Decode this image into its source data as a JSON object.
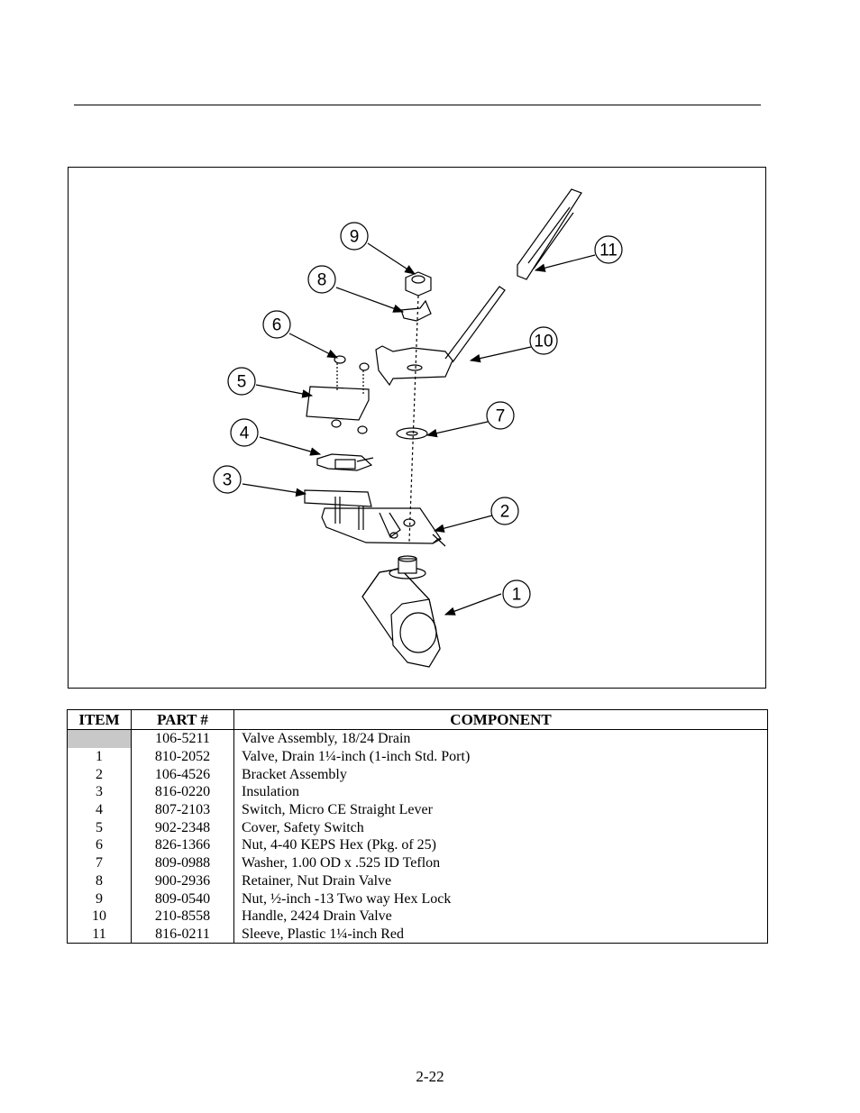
{
  "figure": {
    "callouts": [
      "1",
      "2",
      "3",
      "4",
      "5",
      "6",
      "7",
      "8",
      "9",
      "10",
      "11"
    ]
  },
  "table": {
    "headers": {
      "item": "ITEM",
      "part": "PART #",
      "component": "COMPONENT"
    },
    "rows": [
      {
        "item": "",
        "part": "106-5211",
        "component": "Valve Assembly, 18/24 Drain",
        "shaded": true
      },
      {
        "item": "1",
        "part": "810-2052",
        "component": "Valve, Drain 1¼-inch (1-inch Std. Port)"
      },
      {
        "item": "2",
        "part": "106-4526",
        "component": "Bracket Assembly"
      },
      {
        "item": "3",
        "part": "816-0220",
        "component": "Insulation"
      },
      {
        "item": "4",
        "part": "807-2103",
        "component": "Switch, Micro CE Straight Lever"
      },
      {
        "item": "5",
        "part": "902-2348",
        "component": "Cover, Safety Switch"
      },
      {
        "item": "6",
        "part": "826-1366",
        "component": "Nut, 4-40 KEPS Hex (Pkg. of 25)"
      },
      {
        "item": "7",
        "part": "809-0988",
        "component": "Washer, 1.00 OD x .525 ID Teflon"
      },
      {
        "item": "8",
        "part": "900-2936",
        "component": "Retainer, Nut Drain Valve"
      },
      {
        "item": "9",
        "part": "809-0540",
        "component": "Nut, ½-inch -13 Two way Hex Lock"
      },
      {
        "item": "10",
        "part": "210-8558",
        "component": "Handle, 2424 Drain Valve"
      },
      {
        "item": "11",
        "part": "816-0211",
        "component": "Sleeve, Plastic 1¼-inch Red"
      }
    ]
  },
  "page_number": "2-22"
}
